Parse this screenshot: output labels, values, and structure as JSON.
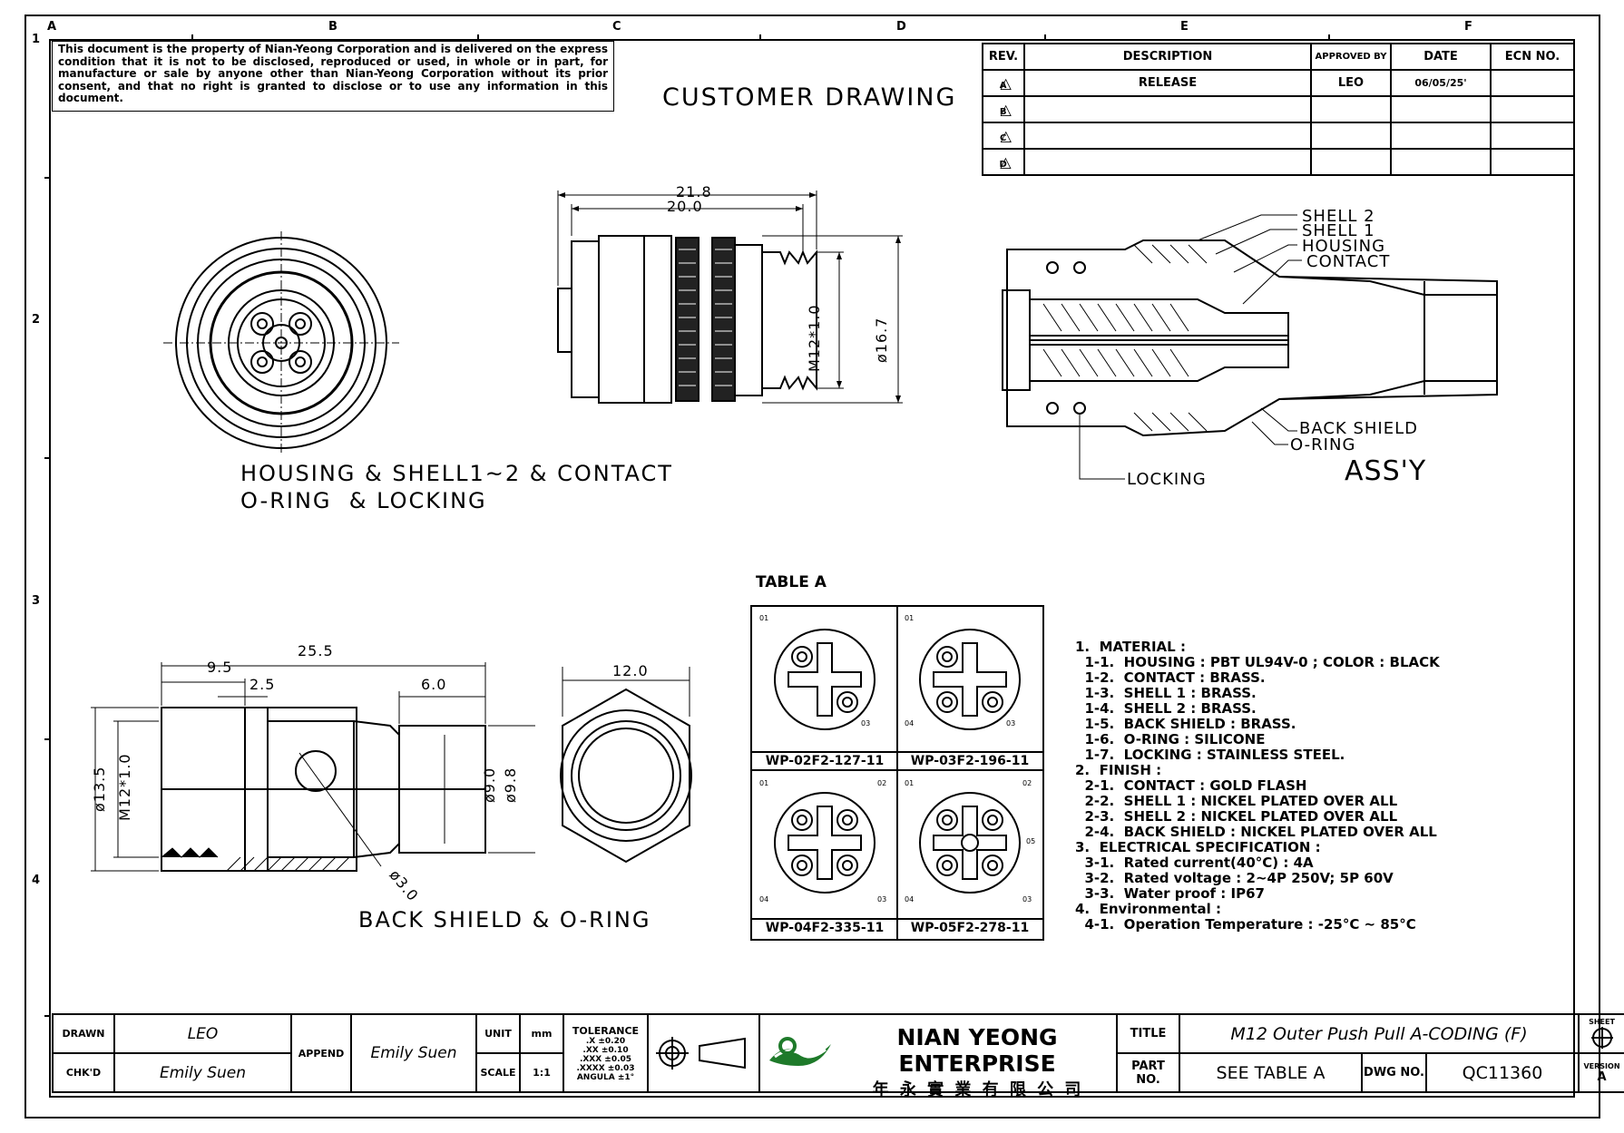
{
  "border": {
    "columns": [
      "A",
      "B",
      "C",
      "D",
      "E",
      "F"
    ],
    "rows": [
      "1",
      "2",
      "3",
      "4"
    ]
  },
  "disclaimer": "This document is the property of Nian-Yeong Corporation and is delivered on the express condition that it is not to be disclosed, reproduced or used, in whole or in part, for manufacture or sale by anyone other than Nian-Yeong Corporation without its prior consent, and that no right is granted to disclose or to use any information in this document.",
  "customer_drawing": "CUSTOMER DRAWING",
  "revision_table": {
    "headers": [
      "REV.",
      "DESCRIPTION",
      "APPROVED BY",
      "DATE",
      "ECN NO."
    ],
    "rows": [
      {
        "rev": "A",
        "description": "RELEASE",
        "approved": "LEO",
        "date": "06/05/25'",
        "ecn": ""
      },
      {
        "rev": "B",
        "description": "",
        "approved": "",
        "date": "",
        "ecn": ""
      },
      {
        "rev": "C",
        "description": "",
        "approved": "",
        "date": "",
        "ecn": ""
      },
      {
        "rev": "D",
        "description": "",
        "approved": "",
        "date": "",
        "ecn": ""
      }
    ]
  },
  "view1": {
    "label_line1": "HOUSING & SHELL1~2 & CONTACT",
    "label_line2": "O-RING  & LOCKING",
    "dim_overall": "21.8",
    "dim_body": "20.0",
    "dim_thread": "M12*1.0",
    "dim_dia": "ø16.7"
  },
  "assy": {
    "title": "ASS'Y",
    "callouts": [
      "SHELL 2",
      "SHELL 1",
      "HOUSING",
      "CONTACT",
      "BACK SHIELD",
      "O-RING",
      "LOCKING"
    ]
  },
  "view2": {
    "label": "BACK SHIELD & O-RING",
    "dims": [
      "25.5",
      "9.5",
      "2.5",
      "6.0",
      "ø13.5",
      "M12*1.0",
      "ø9.0",
      "ø9.8",
      "ø3.0",
      "12.0"
    ]
  },
  "table_a": {
    "title": "TABLE A",
    "cells": [
      {
        "part": "WP-02F2-127-11",
        "pins": [
          "01",
          "03"
        ]
      },
      {
        "part": "WP-03F2-196-11",
        "pins": [
          "01",
          "04",
          "03"
        ]
      },
      {
        "part": "WP-04F2-335-11",
        "pins": [
          "01",
          "02",
          "04",
          "03"
        ]
      },
      {
        "part": "WP-05F2-278-11",
        "pins": [
          "01",
          "02",
          "05",
          "04",
          "03"
        ]
      }
    ]
  },
  "notes": [
    "1.  MATERIAL :",
    "  1-1.  HOUSING : PBT UL94V-0 ; COLOR : BLACK",
    "  1-2.  CONTACT : BRASS.",
    "  1-3.  SHELL 1 : BRASS.",
    "  1-4.  SHELL 2 : BRASS.",
    "  1-5.  BACK SHIELD : BRASS.",
    "  1-6.  O-RING : SILICONE",
    "  1-7.  LOCKING : STAINLESS STEEL.",
    "2.  FINISH :",
    "  2-1.  CONTACT : GOLD FLASH",
    "  2-2.  SHELL 1 : NICKEL PLATED OVER ALL",
    "  2-3.  SHELL 2 : NICKEL PLATED OVER ALL",
    "  2-4.  BACK SHIELD : NICKEL PLATED OVER ALL",
    "3.  ELECTRICAL SPECIFICATION :",
    "  3-1.  Rated current(40°C) : 4A",
    "  3-2.  Rated voltage : 2~4P 250V; 5P 60V",
    "  3-3.  Water proof : IP67",
    "4.  Environmental :",
    "  4-1.  Operation Temperature : -25°C ~ 85°C"
  ],
  "title_block": {
    "drawn_label": "DRAWN",
    "drawn": "LEO",
    "chkd_label": "CHK'D",
    "chkd": "Emily Suen",
    "append_label": "APPEND",
    "append": "Emily Suen",
    "unit_label": "UNIT",
    "unit": "mm",
    "scale_label": "SCALE",
    "scale": "1:1",
    "tolerance_label": "TOLERANCE",
    "tolerances": [
      ".X  ±0.20",
      ".XX  ±0.10",
      ".XXX  ±0.05",
      ".XXXX  ±0.03",
      "ANGULA  ±1°"
    ],
    "company": "NIAN YEONG ENTERPRISE",
    "company_cn": "年 永 實 業 有 限 公 司",
    "title_label": "TITLE",
    "title": "M12 Outer Push Pull  A-CODING (F)",
    "part_label": "PART NO.",
    "part": "SEE TABLE A",
    "dwg_label": "DWG NO.",
    "dwg": "QC11360",
    "sheet_label": "SHEET",
    "version_label": "VERSION",
    "version": "A"
  }
}
